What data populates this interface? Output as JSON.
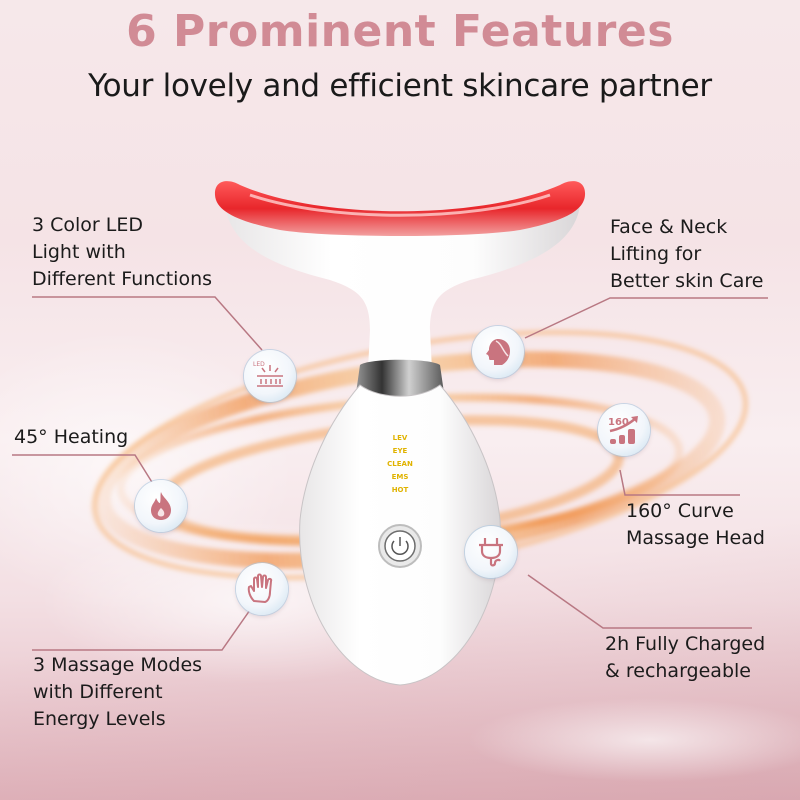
{
  "header": {
    "title": "6 Prominent Features",
    "subtitle": "Your lovely and efficient skincare partner"
  },
  "features": [
    {
      "id": "led",
      "icon": "led-light-icon",
      "icon_text": "LED",
      "lines": [
        "3 Color LED",
        "Light with",
        "Different Functions"
      ]
    },
    {
      "id": "heating",
      "icon": "flame-icon",
      "lines": [
        "45°  Heating"
      ]
    },
    {
      "id": "massage",
      "icon": "hand-icon",
      "lines": [
        "3 Massage Modes",
        "with Different",
        "Energy Levels"
      ]
    },
    {
      "id": "lifting",
      "icon": "face-profile-icon",
      "lines": [
        "Face & Neck",
        "Lifting for",
        "Better skin Care"
      ]
    },
    {
      "id": "curve",
      "icon": "chart-growth-icon",
      "icon_text": "160",
      "lines": [
        "160°  Curve",
        "Massage Head"
      ]
    },
    {
      "id": "charging",
      "icon": "plug-icon",
      "lines": [
        "2h Fully Charged",
        "& rechargeable"
      ]
    }
  ],
  "device": {
    "panel_labels": [
      "LEV",
      "EYE",
      "CLEAN",
      "EMS",
      "HOT"
    ],
    "power_button": "power-icon"
  },
  "colors": {
    "title": "#d18b95",
    "subtitle": "#1a1a1a",
    "accent_line": "#b87883",
    "icon": "#c9747f",
    "led_red": "#e8262b",
    "panel_text": "#e0b300"
  }
}
